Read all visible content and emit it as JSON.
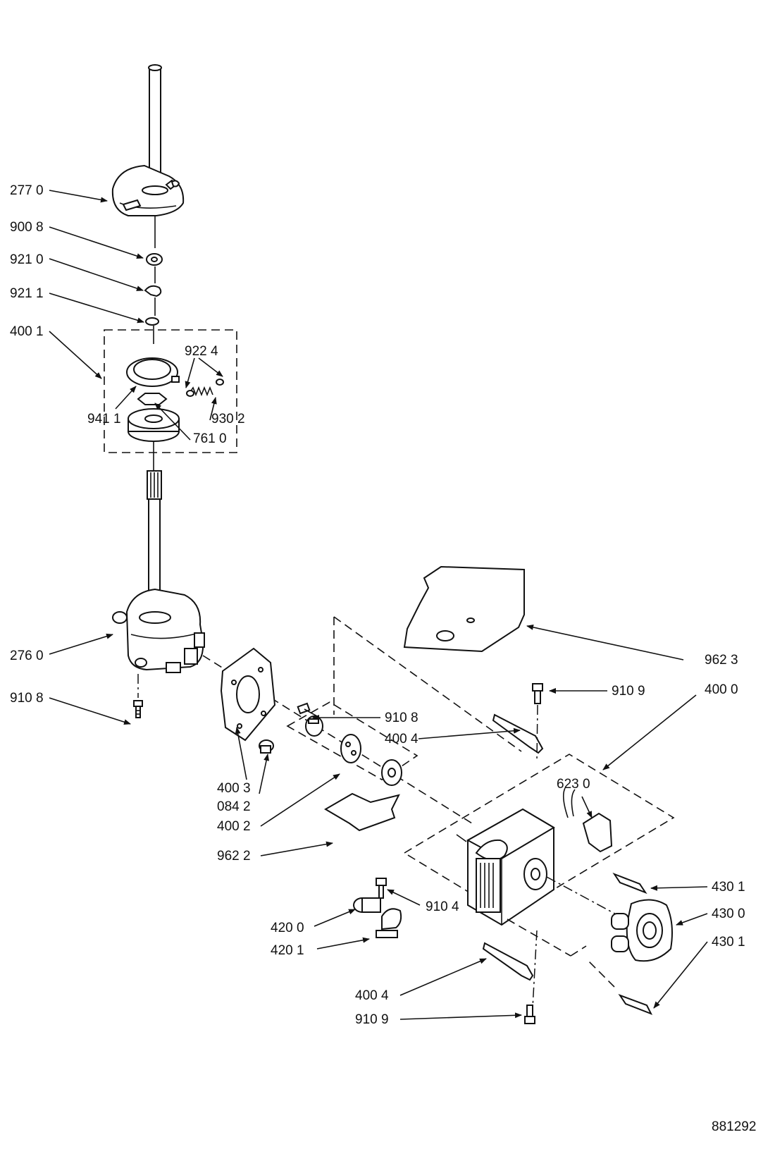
{
  "callouts": [
    {
      "id": "277-0-top",
      "label": "277 0"
    },
    {
      "id": "900-8",
      "label": "900 8"
    },
    {
      "id": "921-0",
      "label": "921 0"
    },
    {
      "id": "921-1",
      "label": "921 1"
    },
    {
      "id": "400-1",
      "label": "400 1"
    },
    {
      "id": "922-4",
      "label": "922 4"
    },
    {
      "id": "941-1",
      "label": "941 1"
    },
    {
      "id": "930-2",
      "label": "930 2"
    },
    {
      "id": "761-0",
      "label": "761 0"
    },
    {
      "id": "276-0",
      "label": "276 0"
    },
    {
      "id": "910-8-left",
      "label": "910 8"
    },
    {
      "id": "910-8-mid",
      "label": "910 8"
    },
    {
      "id": "400-4-top",
      "label": "400 4"
    },
    {
      "id": "400-3",
      "label": "400 3"
    },
    {
      "id": "084-2",
      "label": "084 2"
    },
    {
      "id": "400-2",
      "label": "400 2"
    },
    {
      "id": "962-2",
      "label": "962 2"
    },
    {
      "id": "962-3",
      "label": "962 3"
    },
    {
      "id": "910-9-top",
      "label": "910 9"
    },
    {
      "id": "400-0",
      "label": "400 0"
    },
    {
      "id": "623-0",
      "label": "623 0"
    },
    {
      "id": "910-4",
      "label": "910 4"
    },
    {
      "id": "420-0",
      "label": "420 0"
    },
    {
      "id": "420-1",
      "label": "420 1"
    },
    {
      "id": "430-1-top",
      "label": "430 1"
    },
    {
      "id": "430-0",
      "label": "430 0"
    },
    {
      "id": "430-1-bottom",
      "label": "430 1"
    },
    {
      "id": "400-4-bottom",
      "label": "400 4"
    },
    {
      "id": "910-9-bottom",
      "label": "910 9"
    }
  ],
  "drawing_number": "881292"
}
